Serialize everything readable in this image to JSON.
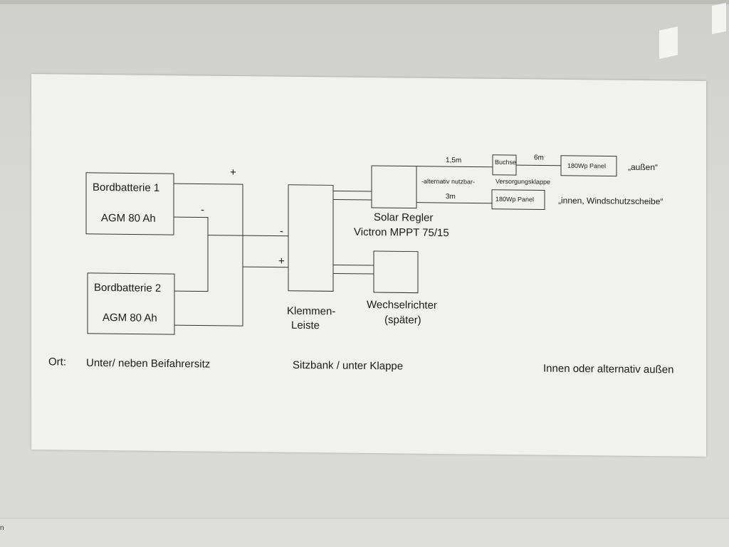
{
  "diagram": {
    "battery1": {
      "name": "Bordbatterie 1",
      "type": "AGM 80 Ah"
    },
    "battery2": {
      "name": "Bordbatterie 2",
      "type": "AGM 80 Ah"
    },
    "terminal_block": {
      "line1": "Klemmen-",
      "line2": "Leiste"
    },
    "solar_controller": {
      "line1": "Solar Regler",
      "line2": "Victron MPPT 75/15"
    },
    "inverter": {
      "line1": "Wechselrichter",
      "line2": "(später)"
    },
    "signs": {
      "plus_top": "+",
      "minus_top": "-",
      "minus_mid": "-",
      "plus_mid": "+"
    },
    "cable_labels": {
      "len_1": "1,5m",
      "alt": "-alternativ nutzbar-",
      "len_3": "3m",
      "len_6": "6m"
    },
    "socket": {
      "label": "Buchse",
      "sublabel": "Versorgungsklappe"
    },
    "panel_out": {
      "label": "180Wp Panel",
      "note": "„außen“"
    },
    "panel_in": {
      "label": "180Wp Panel",
      "note": "„innen, Windschutzscheibe“"
    },
    "locations": {
      "prefix": "Ort:",
      "batteries": "Unter/ neben Beifahrersitz",
      "middle": "Sitzbank / unter Klappe",
      "panels": "Innen oder alternativ außen"
    }
  },
  "taskbar": {
    "fragment": "n"
  }
}
